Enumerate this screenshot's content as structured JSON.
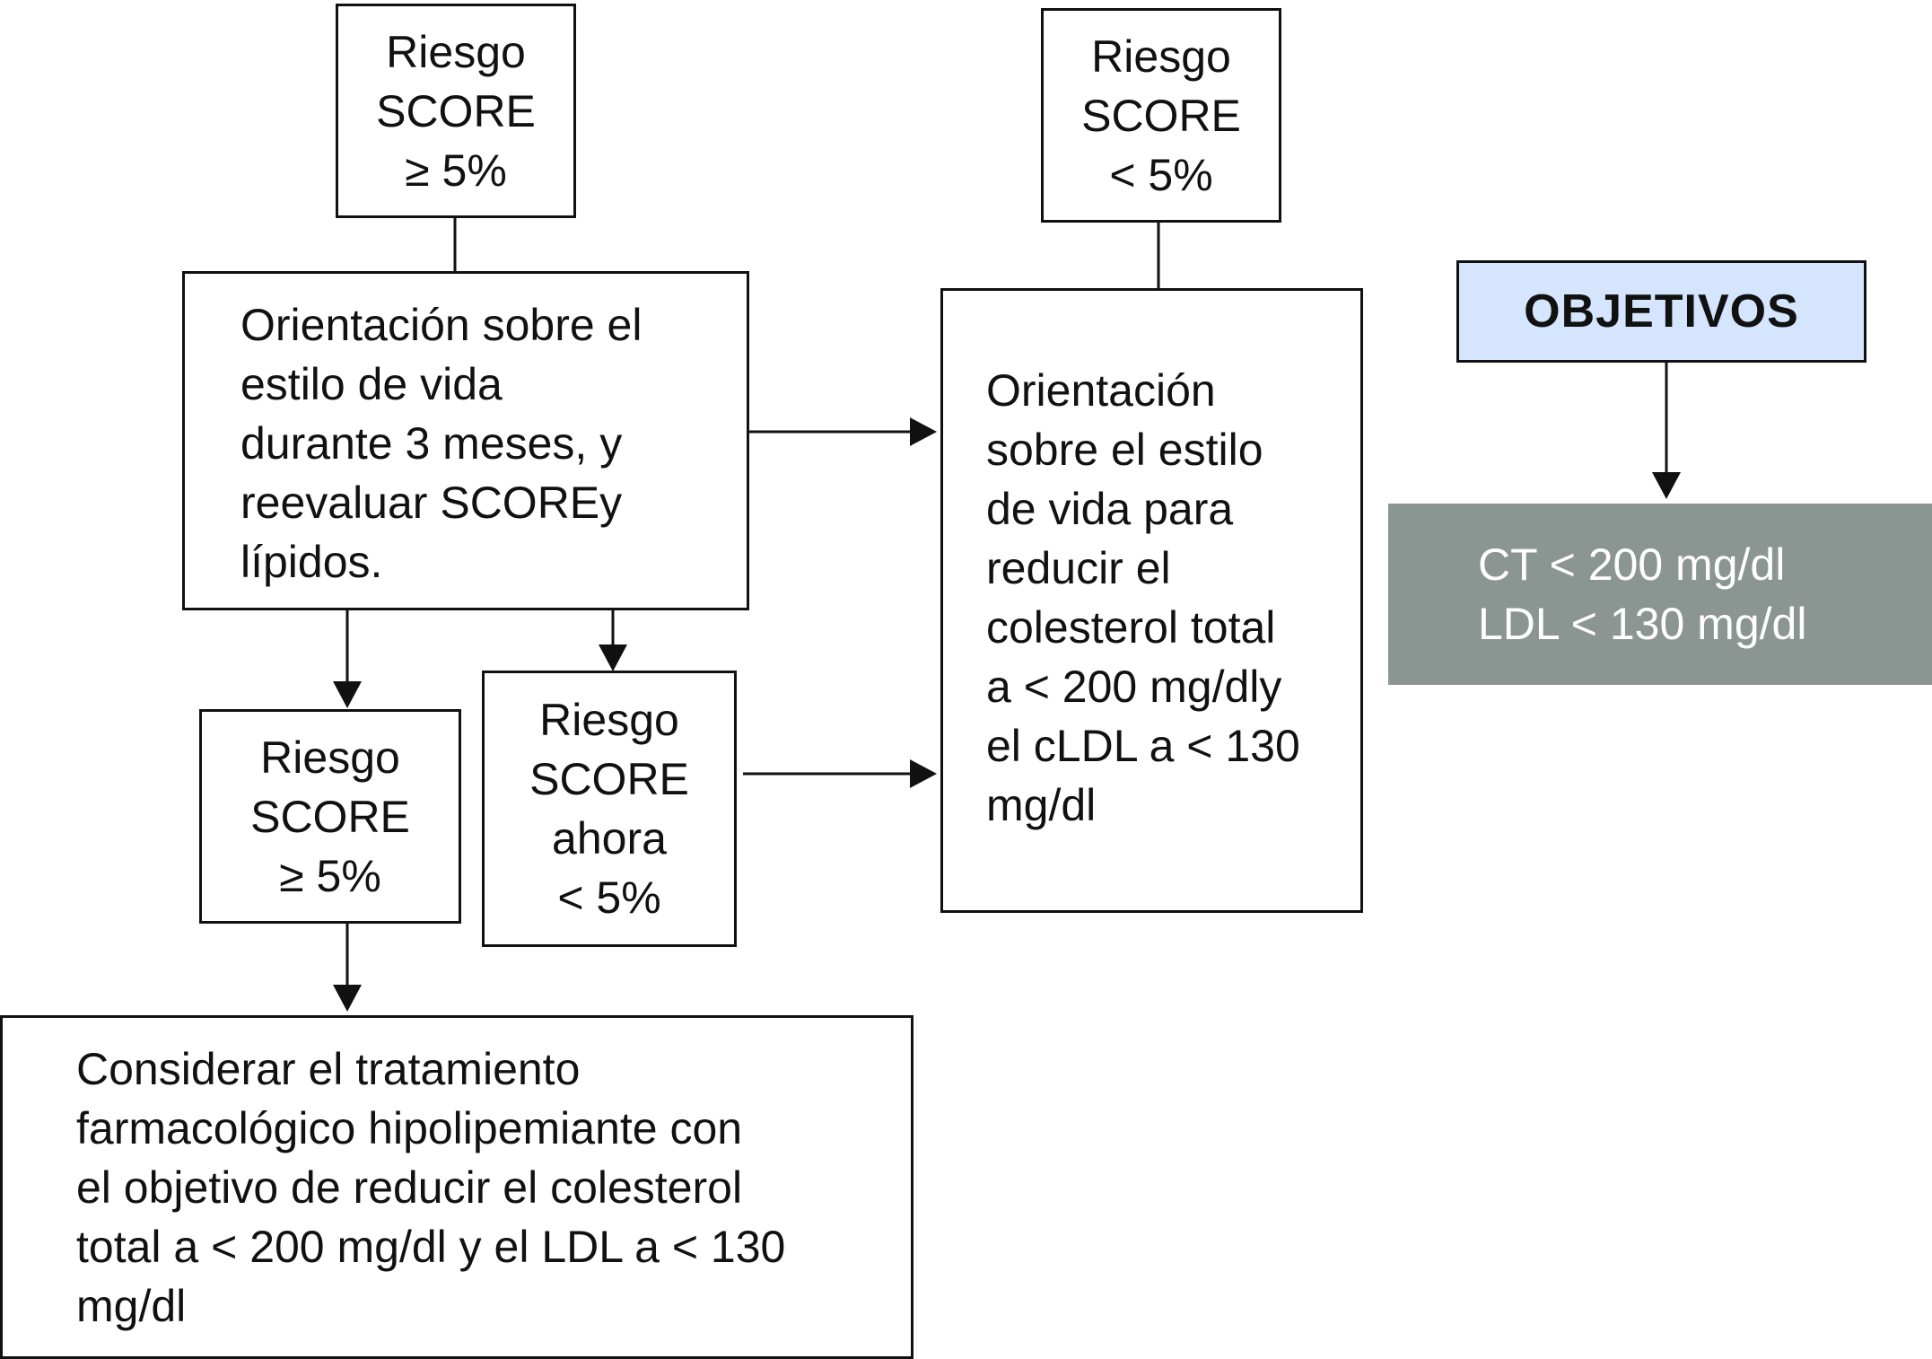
{
  "top_left_box": {
    "lines": [
      "Riesgo",
      "SCORE",
      "≥ 5%"
    ]
  },
  "top_mid_box": {
    "lines": [
      "Riesgo",
      "SCORE",
      "< 5%"
    ]
  },
  "lifestyle_box": {
    "lines": [
      "Orientación sobre el",
      "estilo de vida",
      "durante 3 meses, y",
      "reevaluar SCOREy",
      "lípidos."
    ]
  },
  "right_guidance_box": {
    "lines": [
      "Orientación",
      "sobre el estilo",
      "de vida para",
      "reducir el",
      "colesterol total",
      "a < 200 mg/dly",
      "el cLDL a < 130",
      "mg/dl"
    ]
  },
  "risk_high_box": {
    "lines": [
      "Riesgo",
      "SCORE",
      "≥ 5%"
    ]
  },
  "risk_now_low_box": {
    "lines": [
      "Riesgo",
      "SCORE",
      "ahora",
      "< 5%"
    ]
  },
  "treatment_box": {
    "lines": [
      "Considerar el tratamiento",
      "farmacológico hipolipemiante con",
      "el objetivo de reducir el colesterol",
      "total a < 200 mg/dl y el LDL a < 130",
      "mg/dl"
    ]
  },
  "objetivos": {
    "label": "OBJETIVOS"
  },
  "targets": {
    "lines": [
      "CT < 200 mg/dl",
      "LDL < 130 mg/dl"
    ]
  },
  "colors": {
    "objetivos_bg": "#d4e5fd",
    "targets_bg": "#8b9591",
    "stroke": "#111111"
  }
}
